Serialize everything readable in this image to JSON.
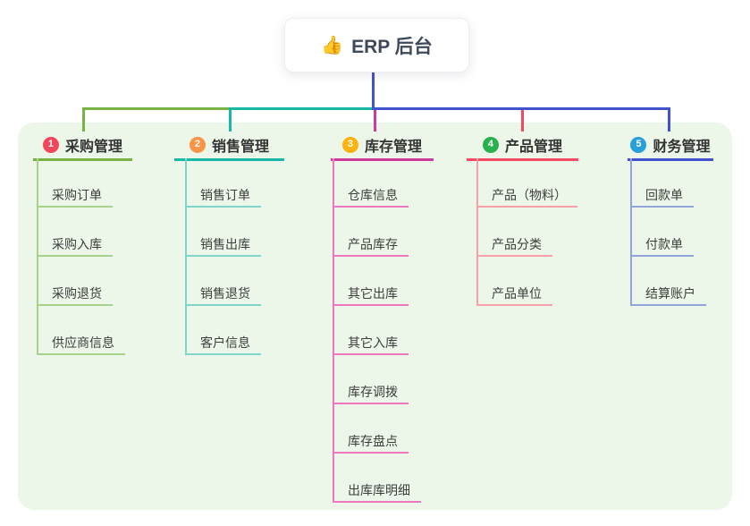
{
  "root": {
    "icon": "👍",
    "label": "ERP 后台"
  },
  "branches": [
    {
      "badge": "1",
      "label": "采购管理",
      "badge_color": "#f0475c",
      "line_color": "#79b345",
      "child_line_color": "#a6d289",
      "children": [
        "采购订单",
        "采购入库",
        "采购退货",
        "供应商信息"
      ]
    },
    {
      "badge": "2",
      "label": "销售管理",
      "badge_color": "#fb9447",
      "line_color": "#17b8a6",
      "child_line_color": "#7ed5c8",
      "children": [
        "销售订单",
        "销售出库",
        "销售退货",
        "客户信息"
      ]
    },
    {
      "badge": "3",
      "label": "库存管理",
      "badge_color": "#fcb20f",
      "line_color": "#cc3c9b",
      "child_line_color": "#ee77c0",
      "children": [
        "仓库信息",
        "产品库存",
        "其它出库",
        "其它入库",
        "库存调拨",
        "库存盘点",
        "出库库明细"
      ]
    },
    {
      "badge": "4",
      "label": "产品管理",
      "badge_color": "#28b14d",
      "line_color": "#f4495e",
      "child_line_color": "#f8a0aa",
      "children": [
        "产品（物料）",
        "产品分类",
        "产品单位"
      ]
    },
    {
      "badge": "5",
      "label": "财务管理",
      "badge_color": "#27a0da",
      "line_color": "#4152cf",
      "child_line_color": "#93a6dc",
      "children": [
        "回款单",
        "付款单",
        "结算账户"
      ]
    }
  ],
  "colors": {
    "panel_bg": "#ecf7e9",
    "rail_blue": "#4152cf",
    "root_text": "#3e4a5a",
    "header_text": "#333333",
    "child_text": "#3d3d3d"
  }
}
